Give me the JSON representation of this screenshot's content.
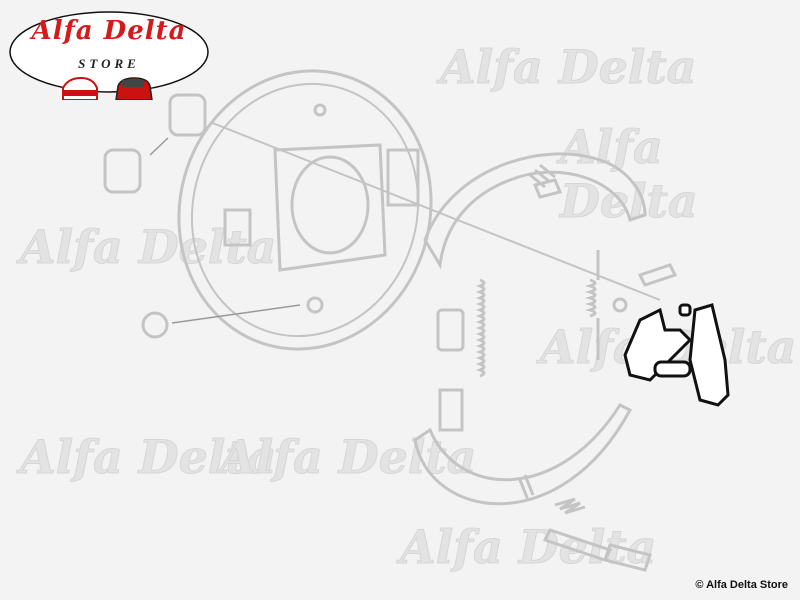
{
  "logo": {
    "title": "Alfa Delta",
    "subtitle": "STORE"
  },
  "watermark": "Alfa Delta",
  "copyright": "© Alfa Delta Store",
  "colors": {
    "background": "#f3f3f3",
    "parts": "#c4c4c4",
    "highlight": "#111111",
    "brand_red": "#d41a1a"
  }
}
